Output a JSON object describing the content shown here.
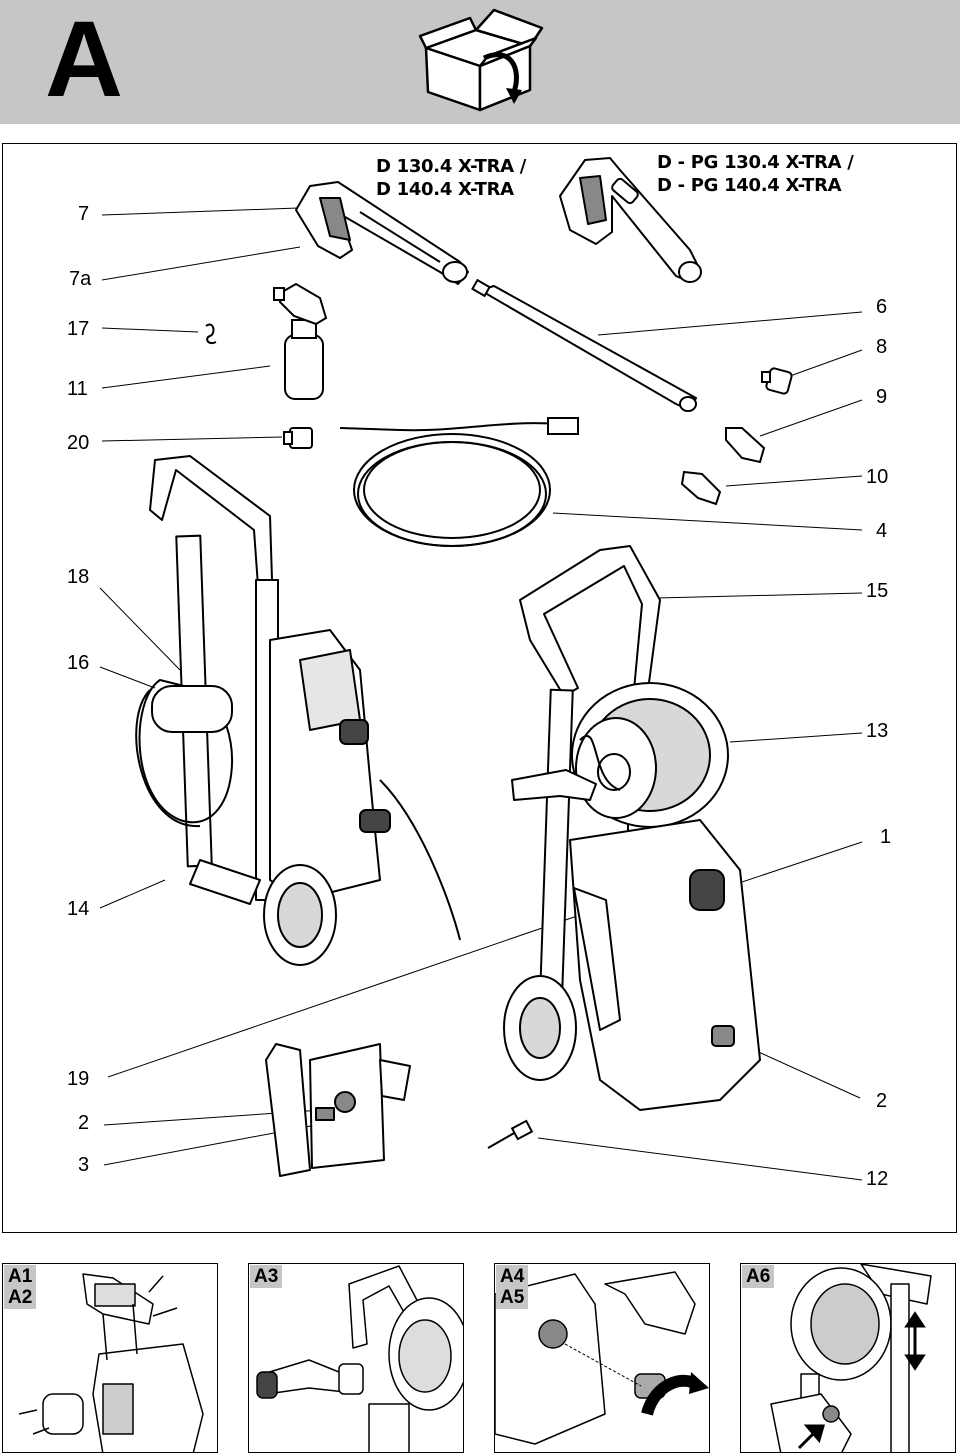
{
  "header": {
    "letter": "A",
    "icon": "unboxing-box-icon"
  },
  "models": {
    "left": [
      "D 130.4 X-TRA /",
      "D 140.4 X-TRA"
    ],
    "right": [
      "D - PG 130.4 X-TRA /",
      "D - PG 140.4 X-TRA"
    ]
  },
  "callouts_left": [
    "7",
    "7a",
    "17",
    "11",
    "20",
    "18",
    "16",
    "14",
    "19",
    "2",
    "3"
  ],
  "callouts_right": [
    "6",
    "8",
    "9",
    "10",
    "4",
    "15",
    "13",
    "1",
    "2",
    "12"
  ],
  "panels": [
    {
      "label_1": "A1",
      "label_2": "A2"
    },
    {
      "label_1": "A3"
    },
    {
      "label_1": "A4",
      "label_2": "A5"
    },
    {
      "label_1": "A6"
    }
  ]
}
